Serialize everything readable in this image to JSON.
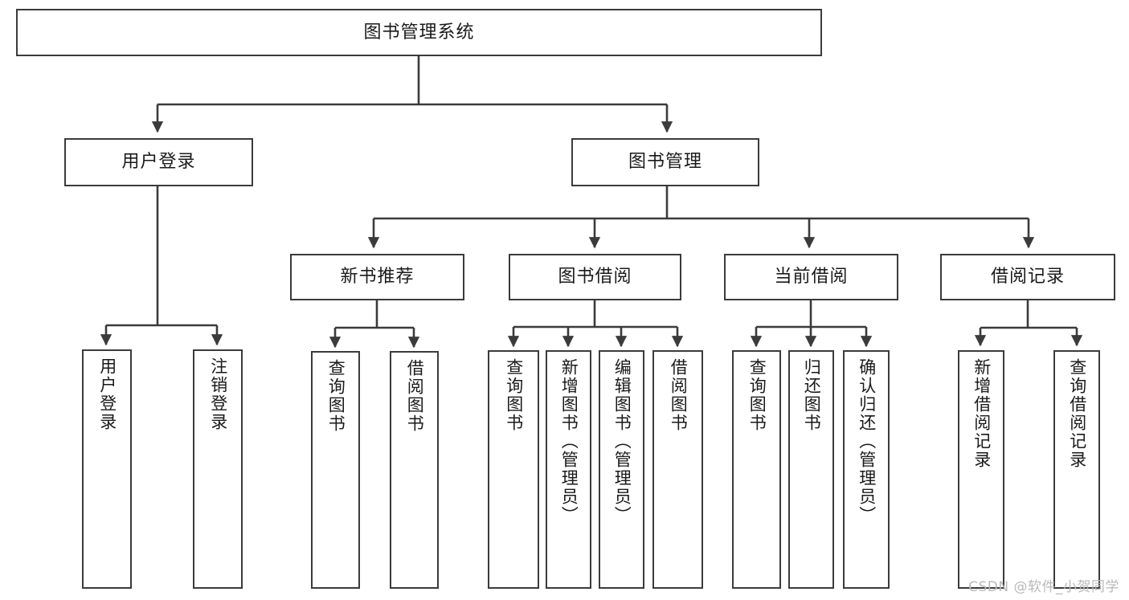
{
  "diagram": {
    "title": "图书管理系统",
    "type": "tree-hierarchy",
    "watermark": "CSDN @软件_小贺同学",
    "root": {
      "id": "root",
      "label": "图书管理系统"
    },
    "level1": [
      {
        "id": "user-login",
        "label": "用户登录"
      },
      {
        "id": "book-manage",
        "label": "图书管理"
      }
    ],
    "level2": [
      {
        "id": "new-book-recommend",
        "label": "新书推荐",
        "parent": "book-manage"
      },
      {
        "id": "book-borrow",
        "label": "图书借阅",
        "parent": "book-manage"
      },
      {
        "id": "current-borrow",
        "label": "当前借阅",
        "parent": "book-manage"
      },
      {
        "id": "borrow-record",
        "label": "借阅记录",
        "parent": "book-manage"
      }
    ],
    "leaves": [
      {
        "id": "leaf-user-login",
        "label": "用户登录",
        "parent": "user-login"
      },
      {
        "id": "leaf-user-logout",
        "label": "注销登录",
        "parent": "user-login"
      },
      {
        "id": "leaf-query-book-1",
        "label": "查询图书",
        "parent": "new-book-recommend"
      },
      {
        "id": "leaf-borrow-book-1",
        "label": "借阅图书",
        "parent": "new-book-recommend"
      },
      {
        "id": "leaf-query-book-2",
        "label": "查询图书",
        "parent": "book-borrow"
      },
      {
        "id": "leaf-add-book",
        "label": "新增图书（管理员）",
        "parent": "book-borrow"
      },
      {
        "id": "leaf-edit-book",
        "label": "编辑图书（管理员）",
        "parent": "book-borrow"
      },
      {
        "id": "leaf-borrow-book-2",
        "label": "借阅图书",
        "parent": "book-borrow"
      },
      {
        "id": "leaf-query-book-3",
        "label": "查询图书",
        "parent": "current-borrow"
      },
      {
        "id": "leaf-return-book",
        "label": "归还图书",
        "parent": "current-borrow"
      },
      {
        "id": "leaf-confirm-return",
        "label": "确认归还（管理员）",
        "parent": "current-borrow"
      },
      {
        "id": "leaf-add-record",
        "label": "新增借阅记录",
        "parent": "borrow-record"
      },
      {
        "id": "leaf-query-record",
        "label": "查询借阅记录",
        "parent": "borrow-record"
      }
    ],
    "colors": {
      "border": "#3b3b3b",
      "text": "#1a1a1a",
      "background": "#ffffff",
      "watermark": "#b9b9b9"
    }
  }
}
